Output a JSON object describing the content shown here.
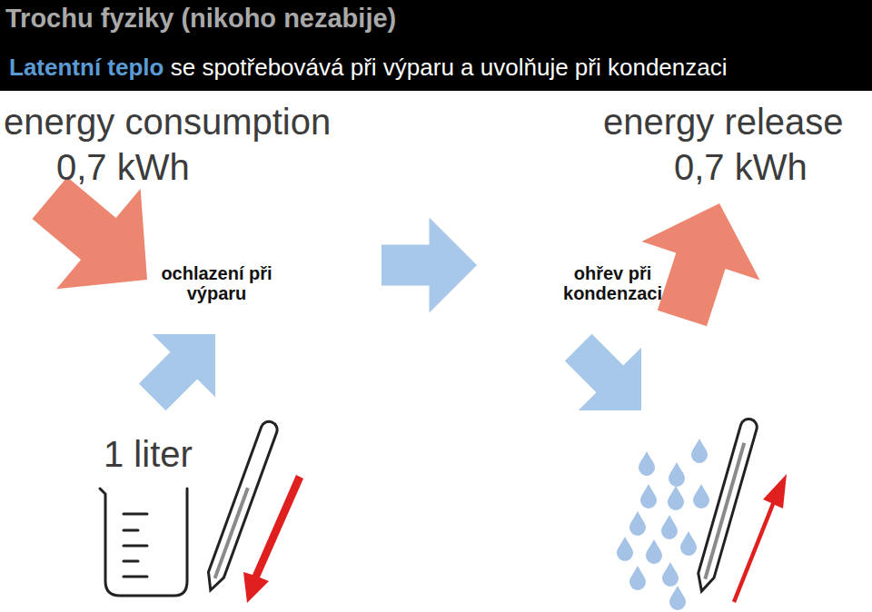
{
  "diagram": {
    "title": "Trochu fyziky (nikoho nezabije)",
    "labels": [
      "Latentní teplo",
      "se spotřebovává při výparu a uvolňuje při kondenzaci",
      "energy consumption",
      "0,7 kWh",
      "energy release",
      "0,7 kWh",
      "ochlazení při výparu",
      "ohřev při kondenzaci",
      "1 liter"
    ]
  }
}
